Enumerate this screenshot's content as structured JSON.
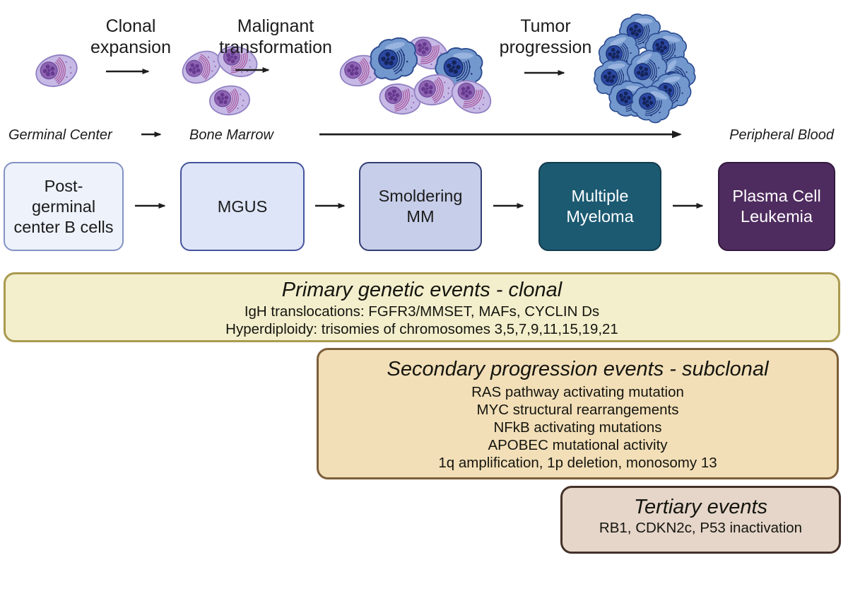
{
  "top_flow": {
    "steps": [
      {
        "label": "Clonal expansion"
      },
      {
        "label": "Malignant transformation"
      },
      {
        "label": "Tumor progression"
      }
    ]
  },
  "locations": {
    "germinal_center": "Germinal Center",
    "bone_marrow": "Bone Marrow",
    "peripheral_blood": "Peripheral Blood"
  },
  "stages": [
    {
      "label": "Post-germinal center B cells",
      "fill": "#edf2fb",
      "border": "#8392c5",
      "text_color": "#1b1b1b"
    },
    {
      "label": "MGUS",
      "fill": "#dee5f8",
      "border": "#46549e",
      "text_color": "#1b1b1b"
    },
    {
      "label": "Smoldering MM",
      "fill": "#c7cee9",
      "border": "#333e73",
      "text_color": "#1b1b1b"
    },
    {
      "label": "Multiple Myeloma",
      "fill": "#1c5a72",
      "border": "#133c4d",
      "text_color": "#ffffff"
    },
    {
      "label": "Plasma Cell Leukemia",
      "fill": "#4f2c5f",
      "border": "#33193f",
      "text_color": "#ffffff"
    }
  ],
  "event_boxes": [
    {
      "title": "Primary genetic events - clonal",
      "lines": [
        "IgH translocations: FGFR3/MMSET, MAFs, CYCLIN Ds",
        "Hyperdiploidy: trisomies of chromosomes 3,5,7,9,11,15,19,21"
      ],
      "fill": "#f3efcd",
      "border": "#aa9a50"
    },
    {
      "title": "Secondary progression events - subclonal",
      "lines": [
        "RAS pathway activating mutation",
        "MYC structural rearrangements",
        "NFkB activating mutations",
        "APOBEC mutational activity",
        "1q amplification, 1p deletion, monosomy 13"
      ],
      "fill": "#f2dfb8",
      "border": "#7c5e3a"
    },
    {
      "title": "Tertiary events",
      "lines": [
        "RB1, CDKN2c, P53 inactivation"
      ],
      "fill": "#e5d6c9",
      "border": "#443129"
    }
  ],
  "figures": {
    "single_plasma_cell": "plasma-cell-icon",
    "clonal_expansion_cluster": "three-plasma-cells-icon",
    "malignant_mixed_cluster": "mixed-plasma-and-malignant-cells-icon",
    "tumor_cluster": "malignant-cell-cluster-icon",
    "plasma_cell_color": "#c7b9e6",
    "malignant_cell_color": "#7398ce"
  }
}
